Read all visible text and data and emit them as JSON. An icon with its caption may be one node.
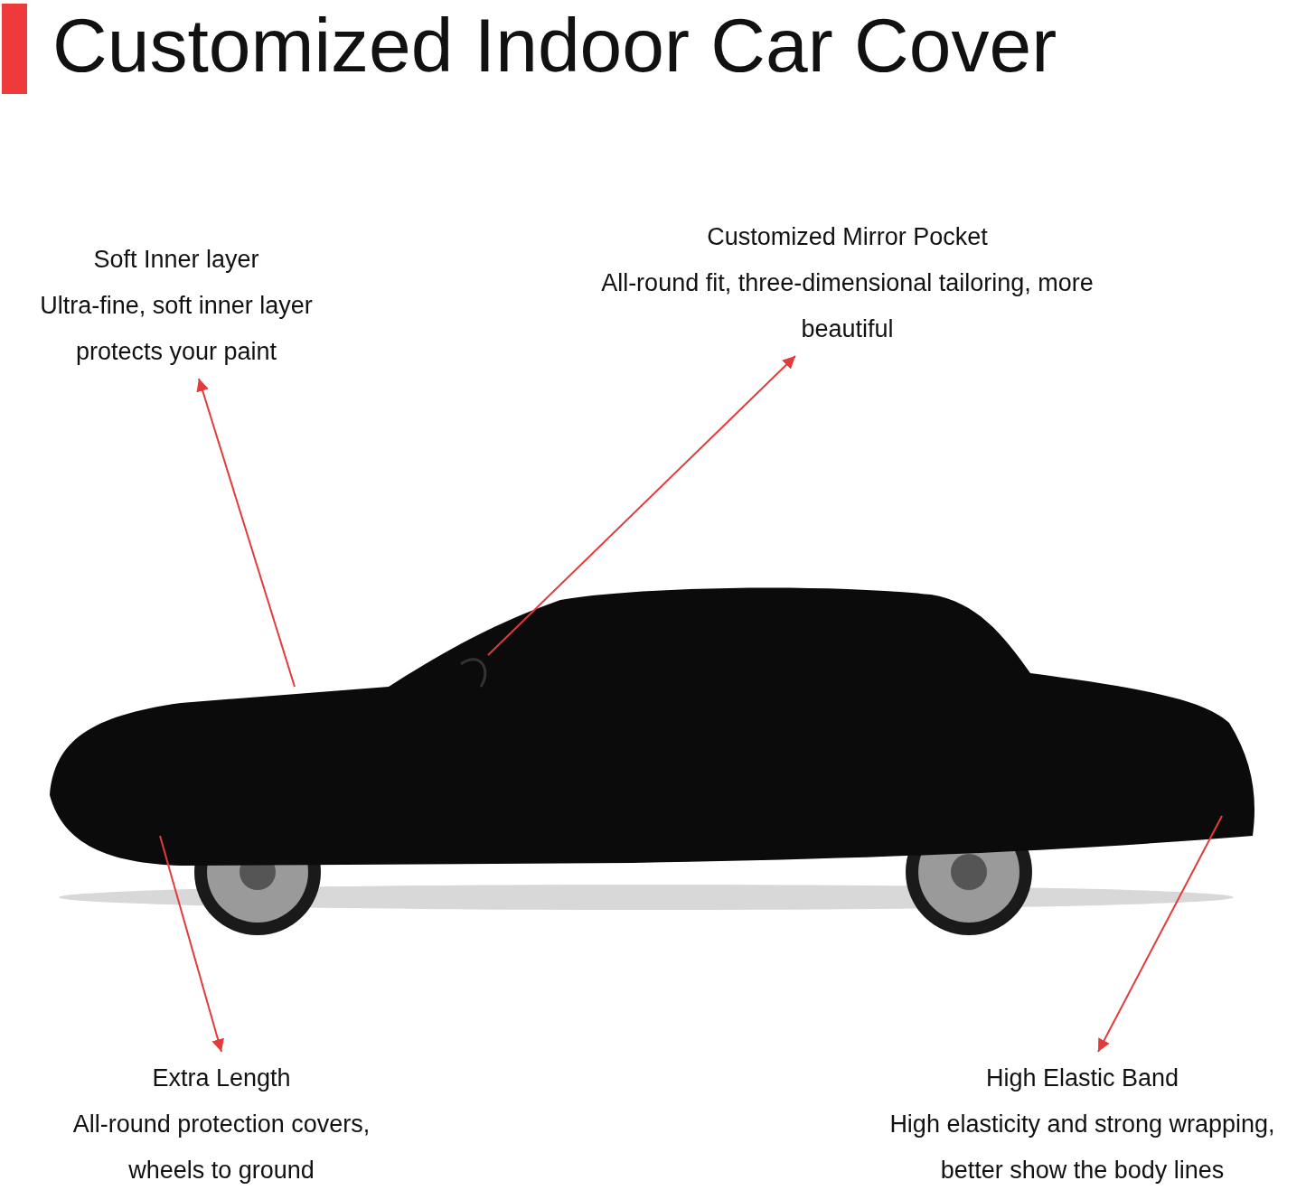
{
  "diagram": {
    "title": "Customized Indoor Car Cover",
    "nodes": [
      {
        "text": [
          "Soft Inner layer",
          "Ultra-fine, soft inner layer protects your paint"
        ]
      },
      {
        "text": [
          "Customized Mirror Pocket",
          "All-round fit, three-dimensional tailoring, more beautiful"
        ]
      },
      {
        "text": [
          "Extra Length",
          "All-round protection covers, wheels to ground"
        ]
      },
      {
        "text": [
          "High Elastic Band",
          "High elasticity and strong wrapping, better show the body lines"
        ]
      }
    ],
    "edges": [
      {
        "from": null,
        "to": 0,
        "arrow": "to"
      },
      {
        "from": null,
        "to": 1,
        "arrow": "to"
      },
      {
        "from": null,
        "to": 2,
        "arrow": "to"
      },
      {
        "from": null,
        "to": 3,
        "arrow": "to"
      }
    ]
  }
}
